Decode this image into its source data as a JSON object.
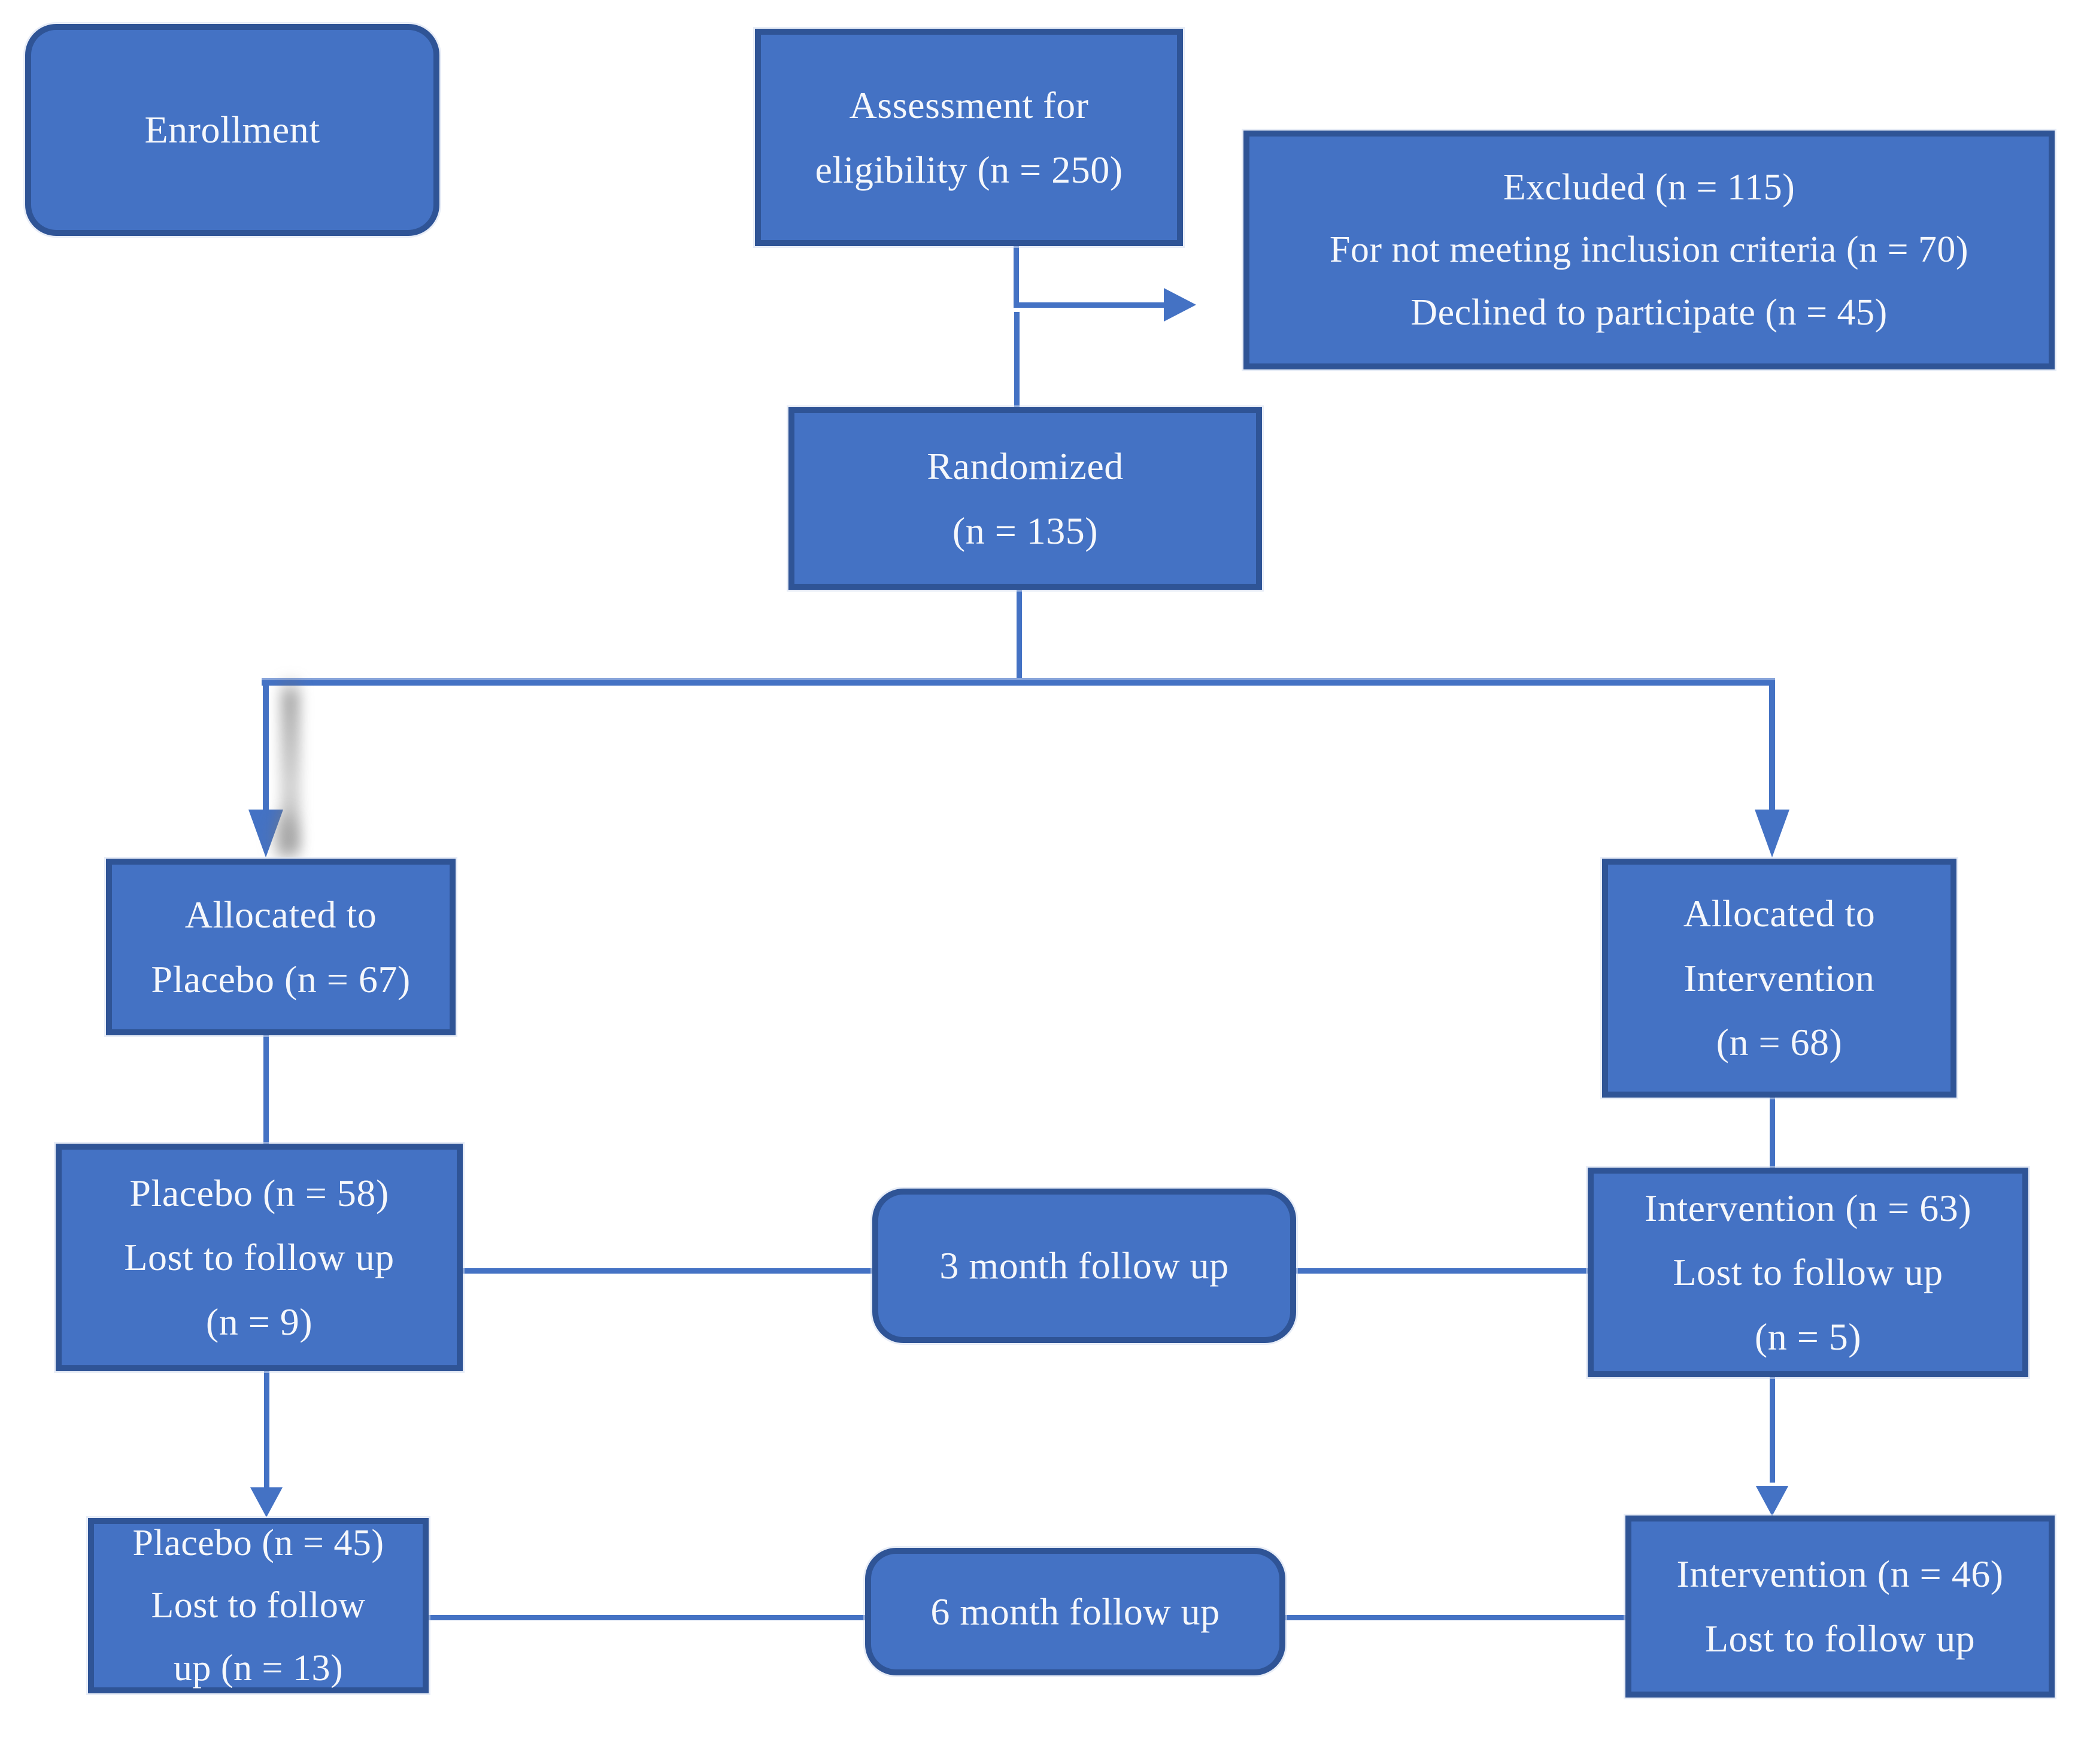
{
  "diagram": {
    "type": "flowchart",
    "subject": "CONSORT participant flow diagram",
    "background": "#FFFFFF"
  },
  "colors": {
    "node_fill": "#4472C4",
    "node_border": "#2F5496",
    "connector": "#4472C4",
    "connector_highlight": "#86A3DA",
    "text": "#F5F7FB"
  },
  "nodes": {
    "enrollment": {
      "label": "Enrollment"
    },
    "assessment": {
      "lines": [
        "Assessment for",
        "eligibility (n = 250)"
      ]
    },
    "excluded": {
      "lines": [
        "Excluded (n = 115)",
        "For not meeting inclusion criteria (n = 70)",
        "Declined to participate (n = 45)"
      ]
    },
    "randomized": {
      "lines": [
        "Randomized",
        "(n = 135)"
      ]
    },
    "allocated_placebo": {
      "lines": [
        "Allocated to",
        "Placebo (n = 67)"
      ]
    },
    "allocated_intervention": {
      "lines": [
        "Allocated to",
        "Intervention",
        "(n = 68)"
      ]
    },
    "placebo_3m": {
      "lines": [
        "Placebo (n = 58)",
        "Lost to follow up",
        "(n = 9)"
      ]
    },
    "followup_3m": {
      "label": "3 month follow up"
    },
    "intervention_3m": {
      "lines": [
        "Intervention (n = 63)",
        "Lost to follow up",
        "(n = 5)"
      ]
    },
    "placebo_6m": {
      "lines": [
        "Placebo (n = 45)",
        "Lost to follow",
        "up (n = 13)"
      ]
    },
    "followup_6m": {
      "label": "6 month follow up"
    },
    "intervention_6m": {
      "lines": [
        "Intervention (n = 46)",
        "Lost to follow up"
      ]
    }
  }
}
